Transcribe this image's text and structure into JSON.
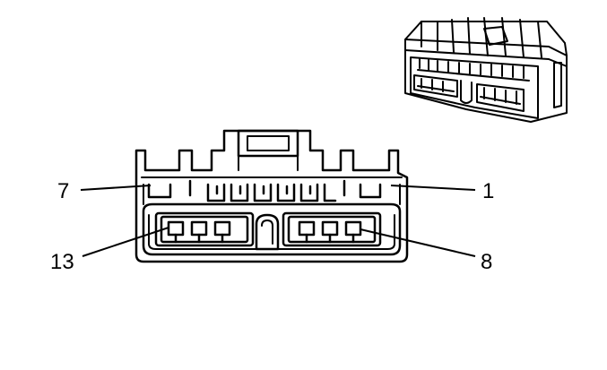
{
  "pin_labels": {
    "top_left": "7",
    "top_right": "1",
    "bottom_left": "13",
    "bottom_right": "8"
  },
  "colors": {
    "line": "#000000",
    "background": "#ffffff"
  },
  "icons": {
    "connector_face": "connector-face-view",
    "connector_iso": "connector-isometric-view"
  }
}
